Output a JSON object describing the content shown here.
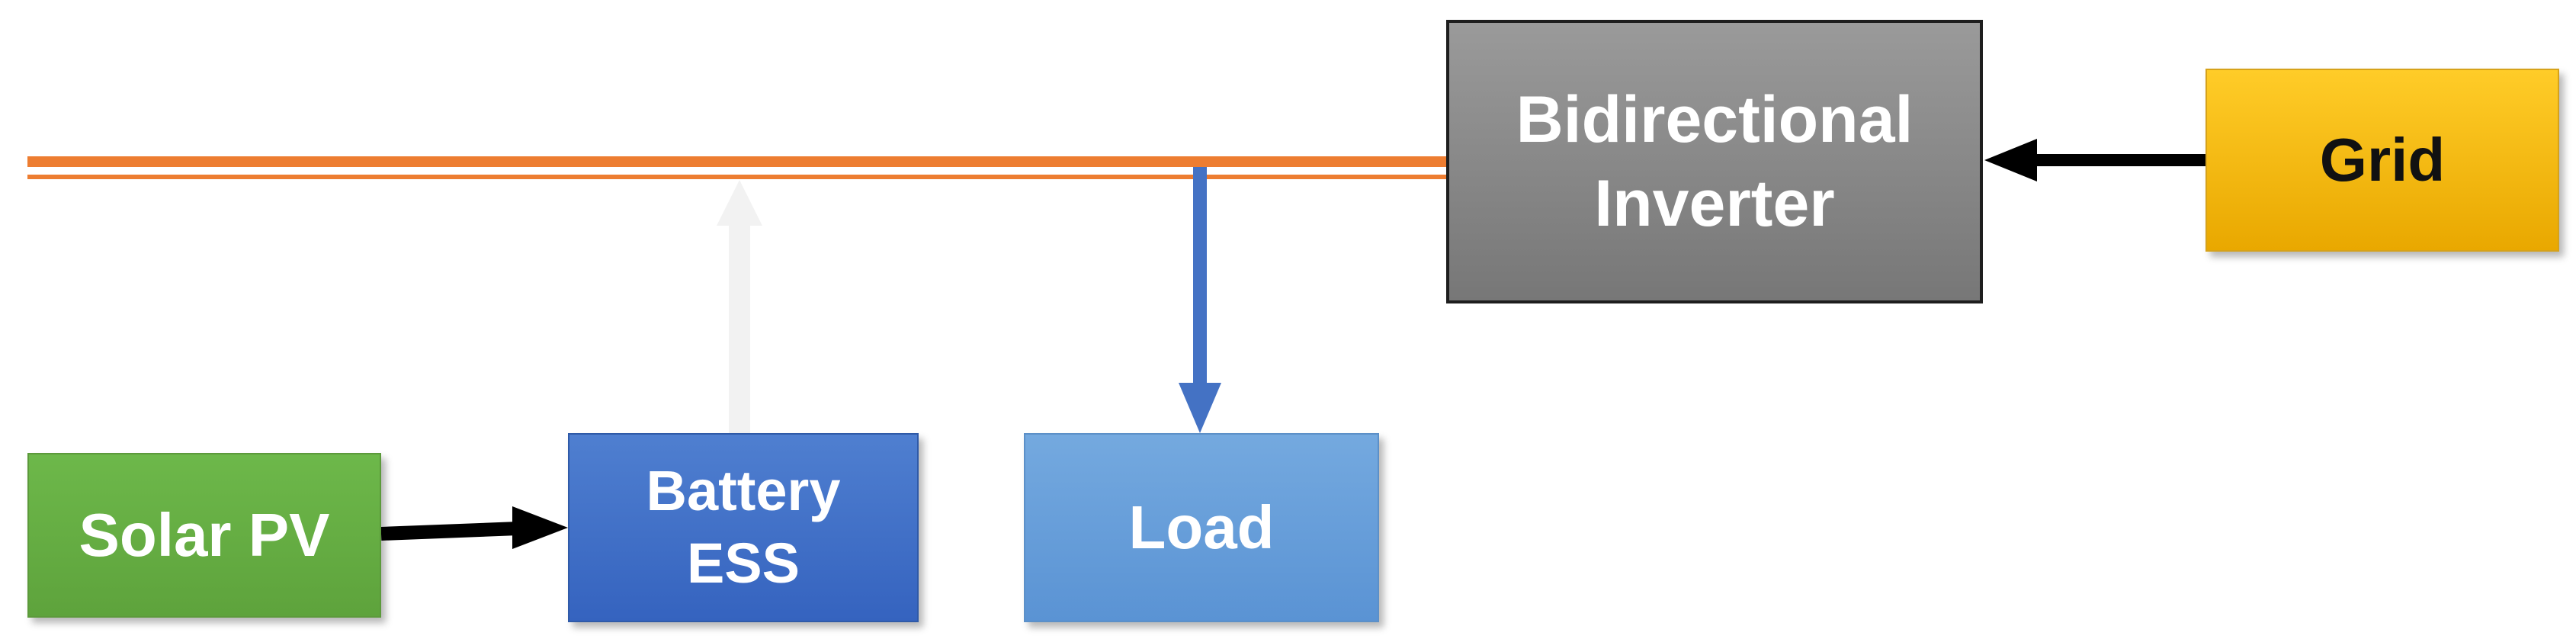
{
  "diagram": {
    "nodes": {
      "solar_pv": {
        "label": "Solar PV"
      },
      "battery_ess": {
        "line1": "Battery",
        "line2": "ESS"
      },
      "load": {
        "label": "Load"
      },
      "inverter": {
        "line1": "Bidirectional",
        "line2": "Inverter"
      },
      "grid": {
        "label": "Grid"
      }
    },
    "colors": {
      "bus": "#ed7d31",
      "solar": "#5ea33c",
      "battery": "#3563bf",
      "load": "#5a93d4",
      "inverter": "#808080",
      "grid": "#ffc000",
      "load_arrow": "#4472c4",
      "battery_arrow": "#f2f2f2",
      "black_arrow": "#000000"
    }
  }
}
